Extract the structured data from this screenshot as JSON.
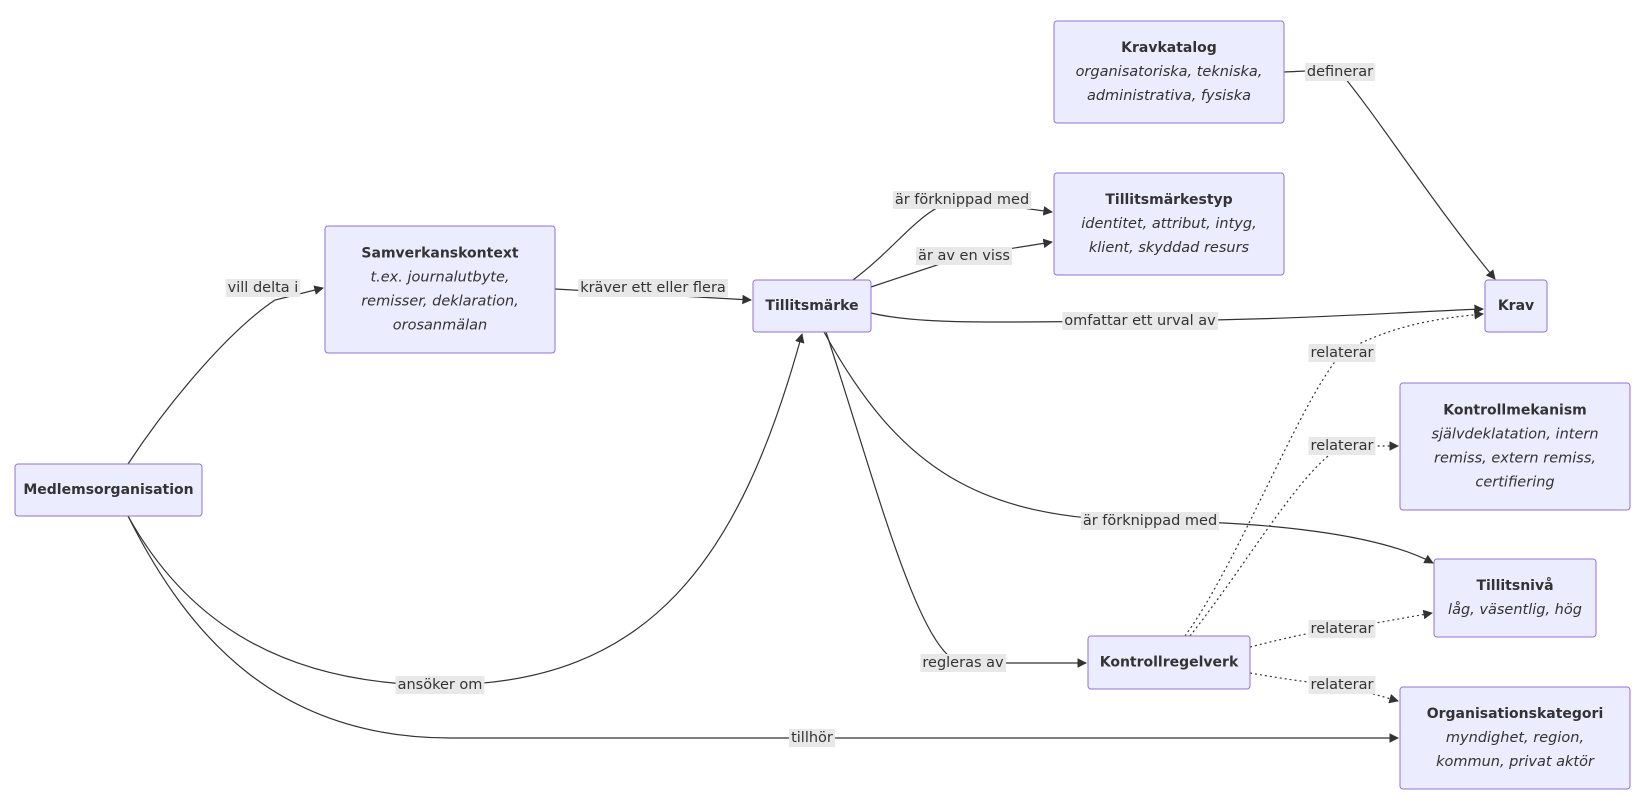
{
  "nodes": [
    {
      "id": "medlem",
      "title": "Medlemsorganisation",
      "subtitle": []
    },
    {
      "id": "samverkan",
      "title": "Samverkanskontext",
      "subtitle": [
        "t.ex. journalutbyte,",
        "remisser, deklaration,",
        "orosanmälan"
      ]
    },
    {
      "id": "tillitsmarke",
      "title": "Tillitsmärke",
      "subtitle": []
    },
    {
      "id": "kravkatalog",
      "title": "Kravkatalog",
      "subtitle": [
        "organisatoriska, tekniska,",
        "administrativa, fysiska"
      ]
    },
    {
      "id": "tillitsmarketyp",
      "title": "Tillitsmärkestyp",
      "subtitle": [
        "identitet, attribut, intyg,",
        "klient, skyddad resurs"
      ]
    },
    {
      "id": "krav",
      "title": "Krav",
      "subtitle": []
    },
    {
      "id": "kontrollmekanism",
      "title": "Kontrollmekanism",
      "subtitle": [
        "självdeklatation, intern",
        "remiss, extern remiss,",
        "certifiering"
      ]
    },
    {
      "id": "tillitsniva",
      "title": "Tillitsnivå",
      "subtitle": [
        "låg, väsentlig, hög"
      ]
    },
    {
      "id": "kontrollregelverk",
      "title": "Kontrollregelverk",
      "subtitle": []
    },
    {
      "id": "orgkategori",
      "title": "Organisationskategori",
      "subtitle": [
        "myndighet, region,",
        "kommun, privat aktör"
      ]
    }
  ],
  "edges": [
    {
      "id": "e-vill-delta",
      "from": "medlem",
      "to": "samverkan",
      "label": "vill delta i",
      "style": "solid"
    },
    {
      "id": "e-kraver",
      "from": "samverkan",
      "to": "tillitsmarke",
      "label": "kräver ett eller flera",
      "style": "solid"
    },
    {
      "id": "e-ansoker",
      "from": "medlem",
      "to": "tillitsmarke",
      "label": "ansöker om",
      "style": "solid"
    },
    {
      "id": "e-tillhor",
      "from": "medlem",
      "to": "orgkategori",
      "label": "tillhör",
      "style": "solid"
    },
    {
      "id": "e-forknippad-typ",
      "from": "tillitsmarke",
      "to": "tillitsmarketyp",
      "label": "är förknippad med",
      "style": "solid"
    },
    {
      "id": "e-av-en-viss",
      "from": "tillitsmarke",
      "to": "tillitsmarketyp",
      "label": "är av en viss",
      "style": "solid"
    },
    {
      "id": "e-omfattar",
      "from": "tillitsmarke",
      "to": "krav",
      "label": "omfattar ett urval av",
      "style": "solid"
    },
    {
      "id": "e-forknippad-niva",
      "from": "tillitsmarke",
      "to": "tillitsniva",
      "label": "är förknippad med",
      "style": "solid"
    },
    {
      "id": "e-regleras",
      "from": "tillitsmarke",
      "to": "kontrollregelverk",
      "label": "regleras av",
      "style": "solid"
    },
    {
      "id": "e-definerar",
      "from": "kravkatalog",
      "to": "krav",
      "label": "definerar",
      "style": "solid"
    },
    {
      "id": "e-rel-krav",
      "from": "kontrollregelverk",
      "to": "krav",
      "label": "relaterar",
      "style": "dotted"
    },
    {
      "id": "e-rel-mekanism",
      "from": "kontrollregelverk",
      "to": "kontrollmekanism",
      "label": "relaterar",
      "style": "dotted"
    },
    {
      "id": "e-rel-niva",
      "from": "kontrollregelverk",
      "to": "tillitsniva",
      "label": "relaterar",
      "style": "dotted"
    },
    {
      "id": "e-rel-org",
      "from": "kontrollregelverk",
      "to": "orgkategori",
      "label": "relaterar",
      "style": "dotted"
    }
  ]
}
